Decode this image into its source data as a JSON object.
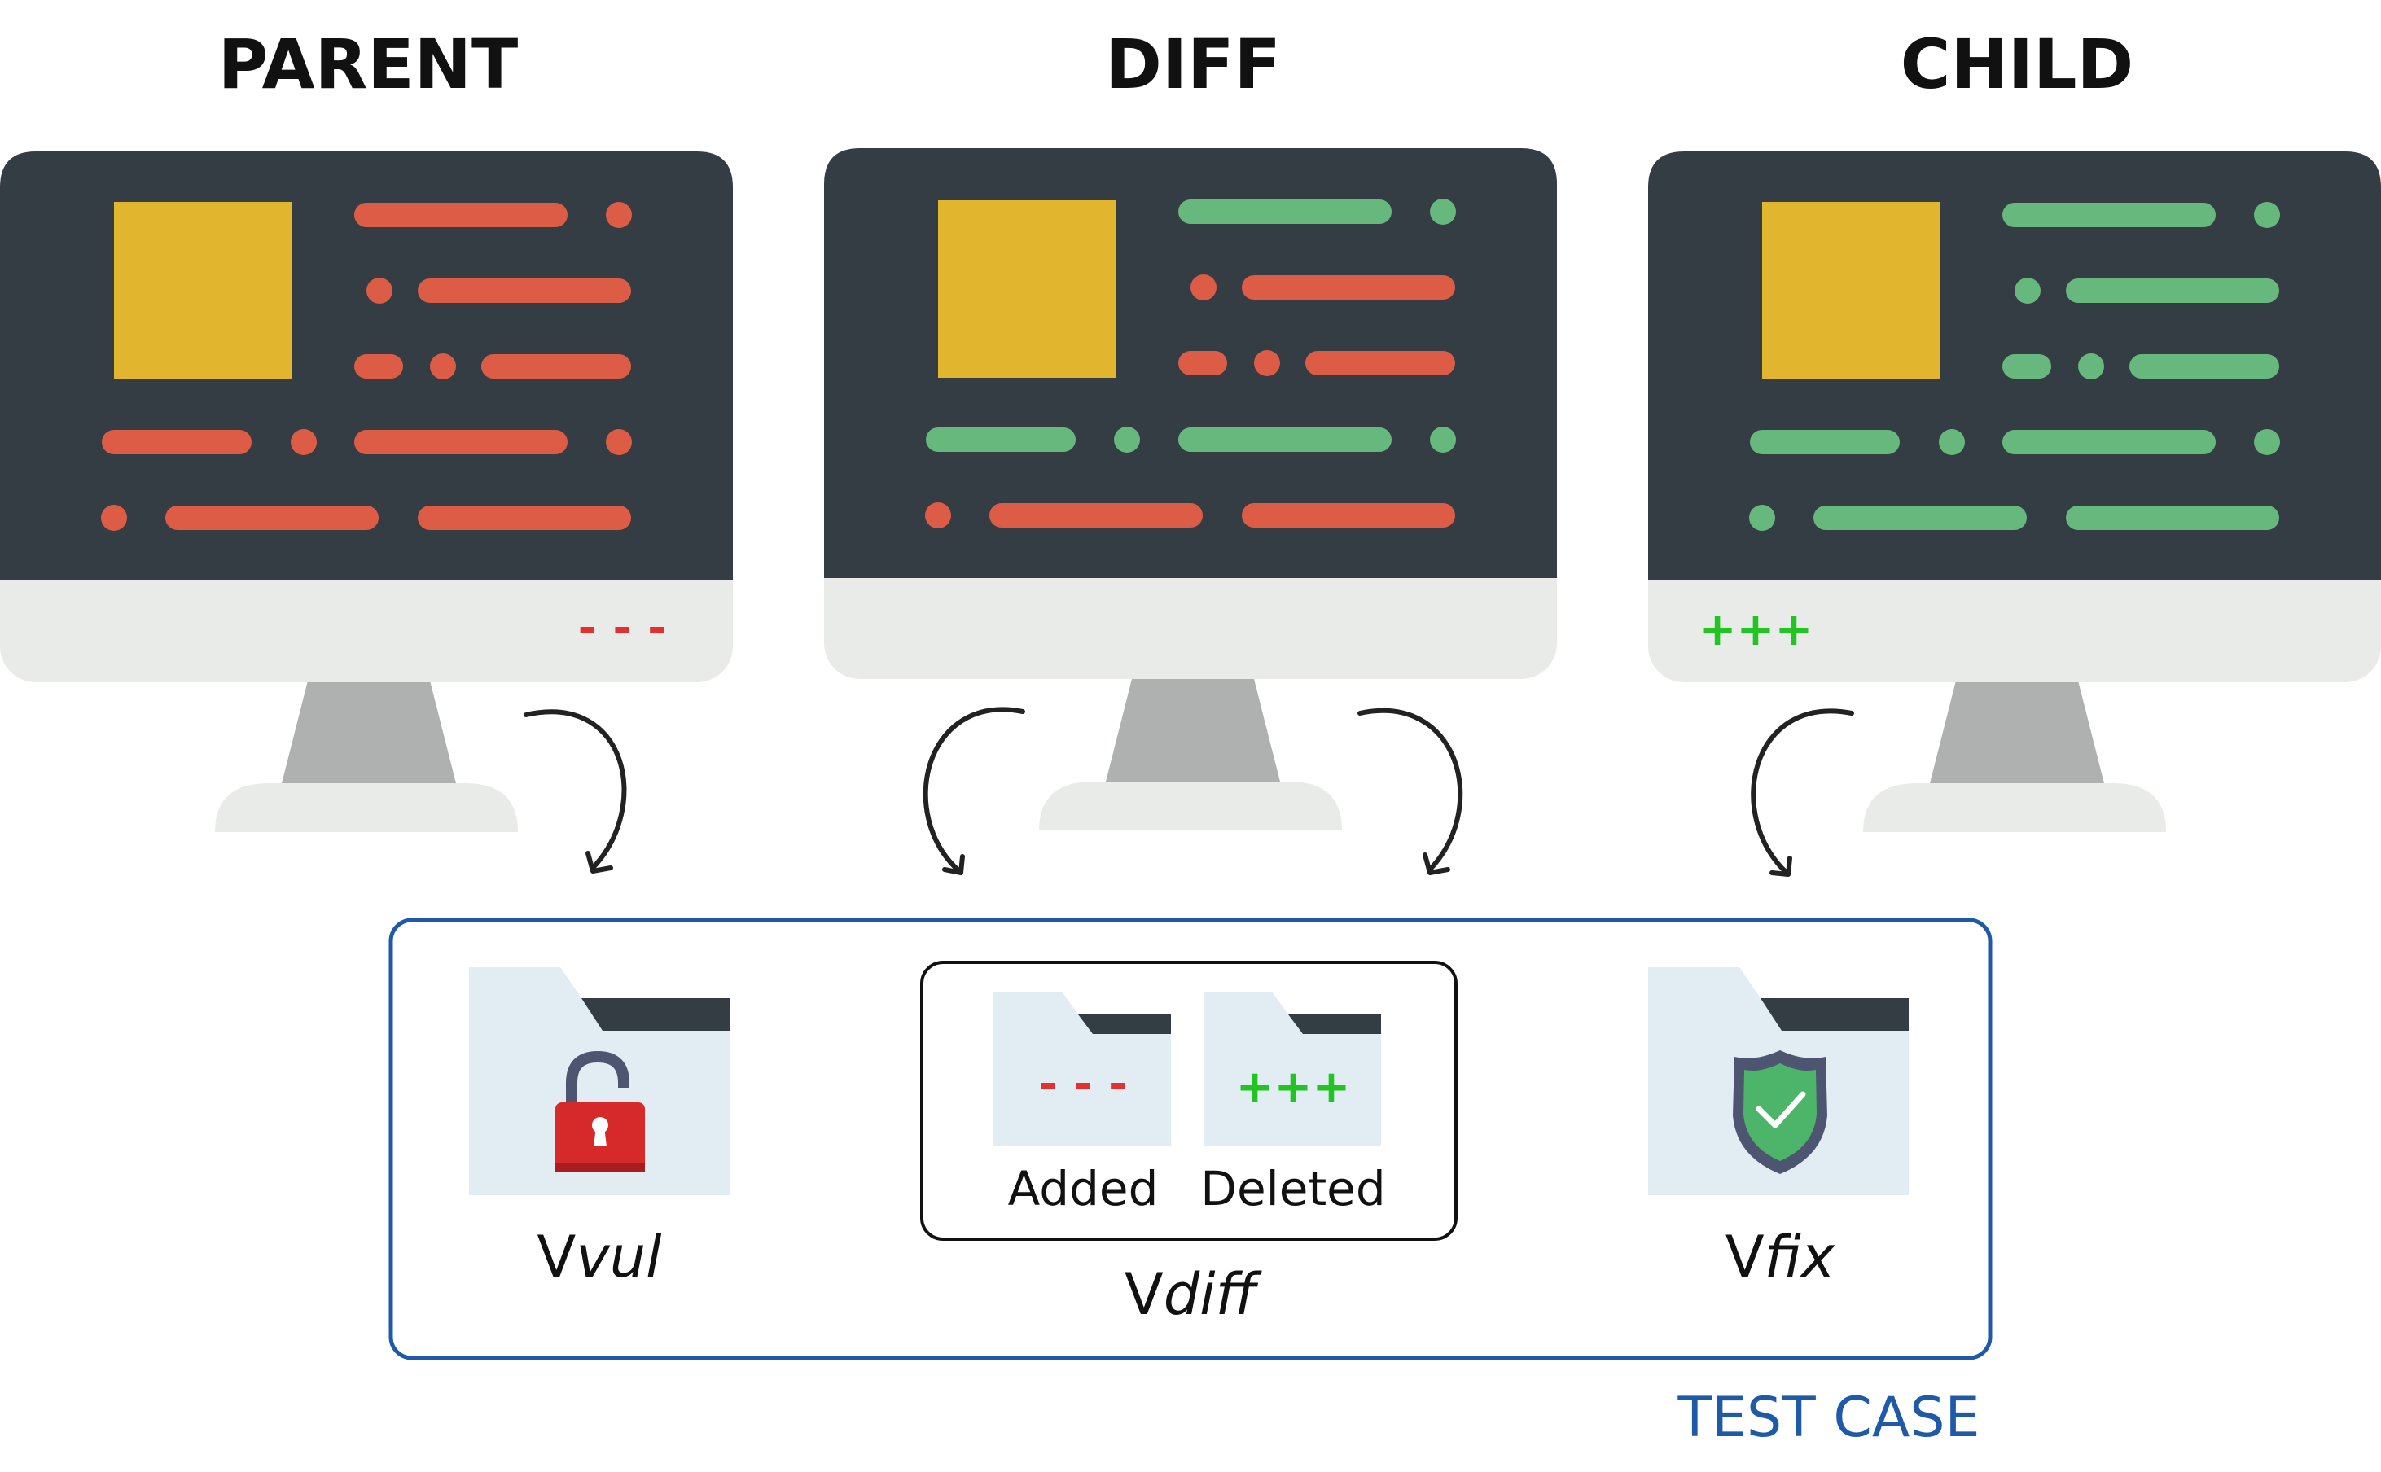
{
  "headers": {
    "parent": "PARENT",
    "diff": "DIFF",
    "child": "CHILD"
  },
  "monitor_marks": {
    "parent": "- - -",
    "child": "+++"
  },
  "folder_marks": {
    "added": "- - -",
    "deleted": "+++"
  },
  "folder_labels": {
    "added": "Added",
    "deleted": "Deleted"
  },
  "versions": {
    "vul": {
      "prefix": "V",
      "suffix": "vul"
    },
    "diff": {
      "prefix": "V",
      "suffix": "diff"
    },
    "fix": {
      "prefix": "V",
      "suffix": "fix"
    }
  },
  "test_case_label": "TEST CASE",
  "icons": {
    "lock": "unlocked-padlock-icon",
    "shield": "shield-check-icon",
    "folder": "folder-icon",
    "arrow": "curved-arrow-icon"
  },
  "colors": {
    "screen": "#353d44",
    "bezel": "#e8ebe8",
    "stand": "#aeb1b0",
    "image_block": "#e2b52e",
    "line_red": "#dd5c45",
    "line_green": "#67b87c",
    "folder_body": "#e1edf3",
    "folder_tab": "#353d44",
    "test_case_border": "#1e5aa8",
    "lock_red": "#d62a2a",
    "shield_green": "#4db56a",
    "shield_rim": "#4d5571"
  }
}
